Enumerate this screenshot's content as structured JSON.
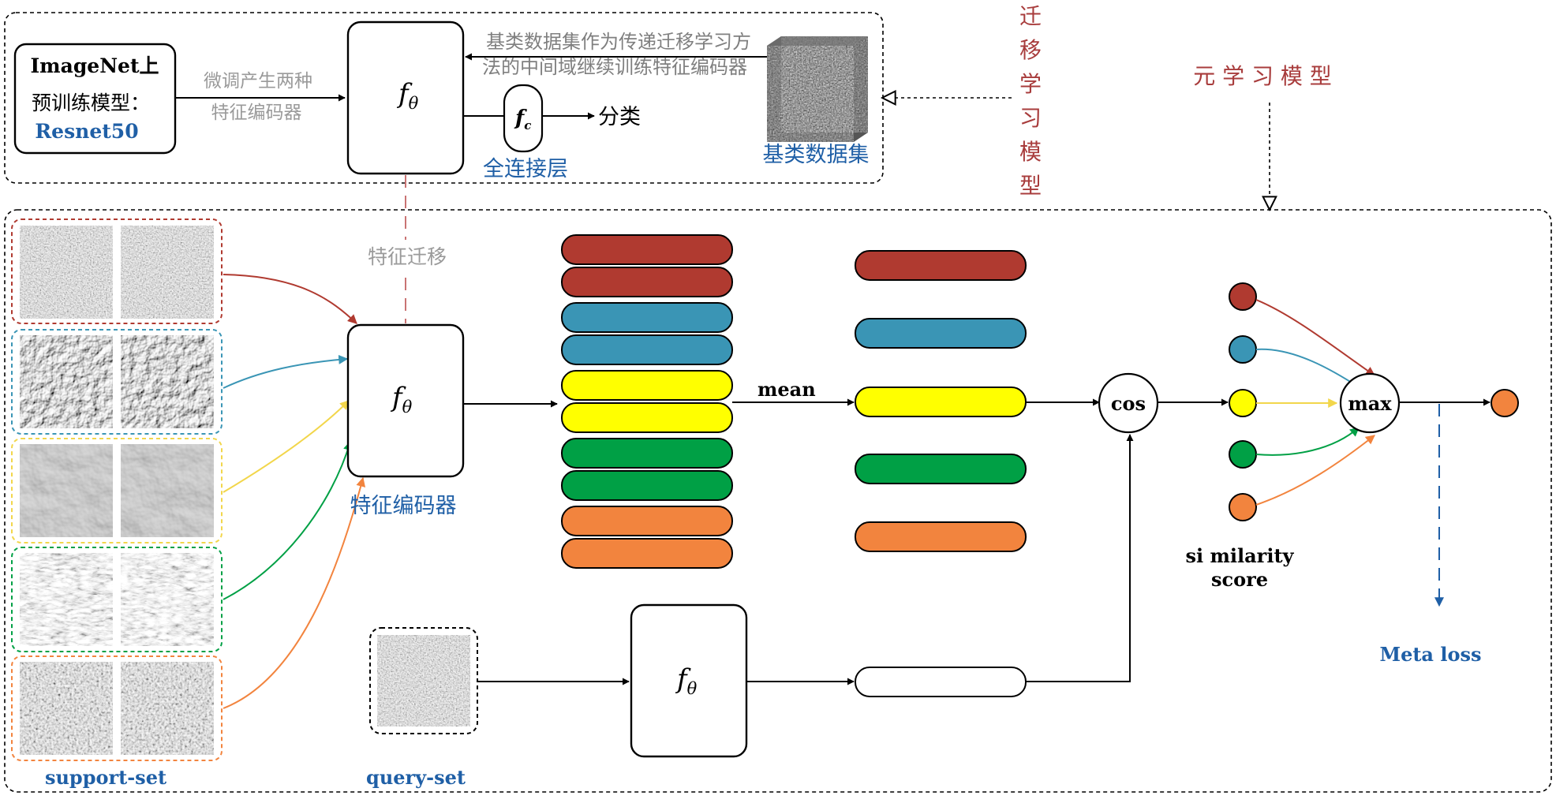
{
  "transfer_model": {
    "pretrain_box": {
      "line1": "ImageNet上",
      "line2": "预训练模型：",
      "line3": "Resnet50"
    },
    "finetune_label": {
      "line1": "微调产生两种",
      "line2": "特征编码器"
    },
    "encoder_symbol": "f",
    "encoder_subscript": "θ",
    "fc_symbol": "f",
    "fc_subscript": "c",
    "fc_label": "全连接层",
    "classify_label": "分类",
    "base_note": {
      "line1": "基类数据集作为传递迁移学习方",
      "line2": "法的中间域继续训练特征编码器"
    },
    "base_dataset_label": "基类数据集",
    "title_chars": [
      "迁",
      "移",
      "学",
      "习",
      "模",
      "型"
    ]
  },
  "meta_model": {
    "title": "元 学 习 模 型",
    "feature_transfer_label": "特征迁移",
    "encoder_label": "特征编码器",
    "mean_label": "mean",
    "cos_label": "cos",
    "max_label": "max",
    "similarity_label": {
      "line1": "si milarity",
      "line2": "score"
    },
    "meta_loss_label": "Meta loss",
    "support_set_label": "support-set",
    "query_set_label": "query-set"
  },
  "colors": {
    "red": "#b03a30",
    "blue": "#3a95b5",
    "yellow": "#ffff00",
    "green": "#00a045",
    "orange": "#f2843e",
    "label_blue": "#1f5fa6",
    "title_red": "#a83c3c",
    "gray_text": "#9a9a9a"
  }
}
